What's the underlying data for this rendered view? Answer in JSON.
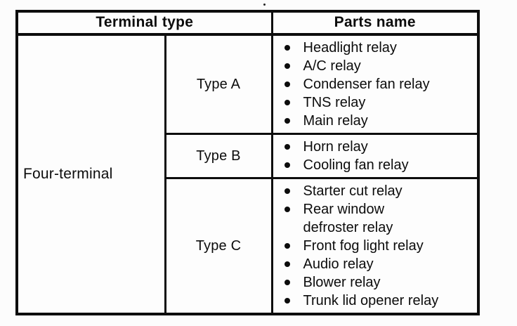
{
  "page": {
    "background_color": "#fcfcfc",
    "border_color": "#0d0d0d",
    "text_color": "#0c0c0c"
  },
  "table": {
    "header": {
      "terminal_type": "Terminal type",
      "parts_name": "Parts name"
    },
    "terminal_group": "Four-terminal",
    "rows": [
      {
        "type": "Type A",
        "parts": [
          "Headlight relay",
          "A/C relay",
          "Condenser fan relay",
          "TNS relay",
          "Main relay"
        ]
      },
      {
        "type": "Type B",
        "parts": [
          "Horn relay",
          "Cooling fan relay"
        ]
      },
      {
        "type": "Type C",
        "parts": [
          "Starter cut relay",
          "Rear window\ndefroster relay",
          "Front fog light relay",
          "Audio relay",
          "Blower relay",
          "Trunk lid opener relay"
        ]
      }
    ]
  }
}
